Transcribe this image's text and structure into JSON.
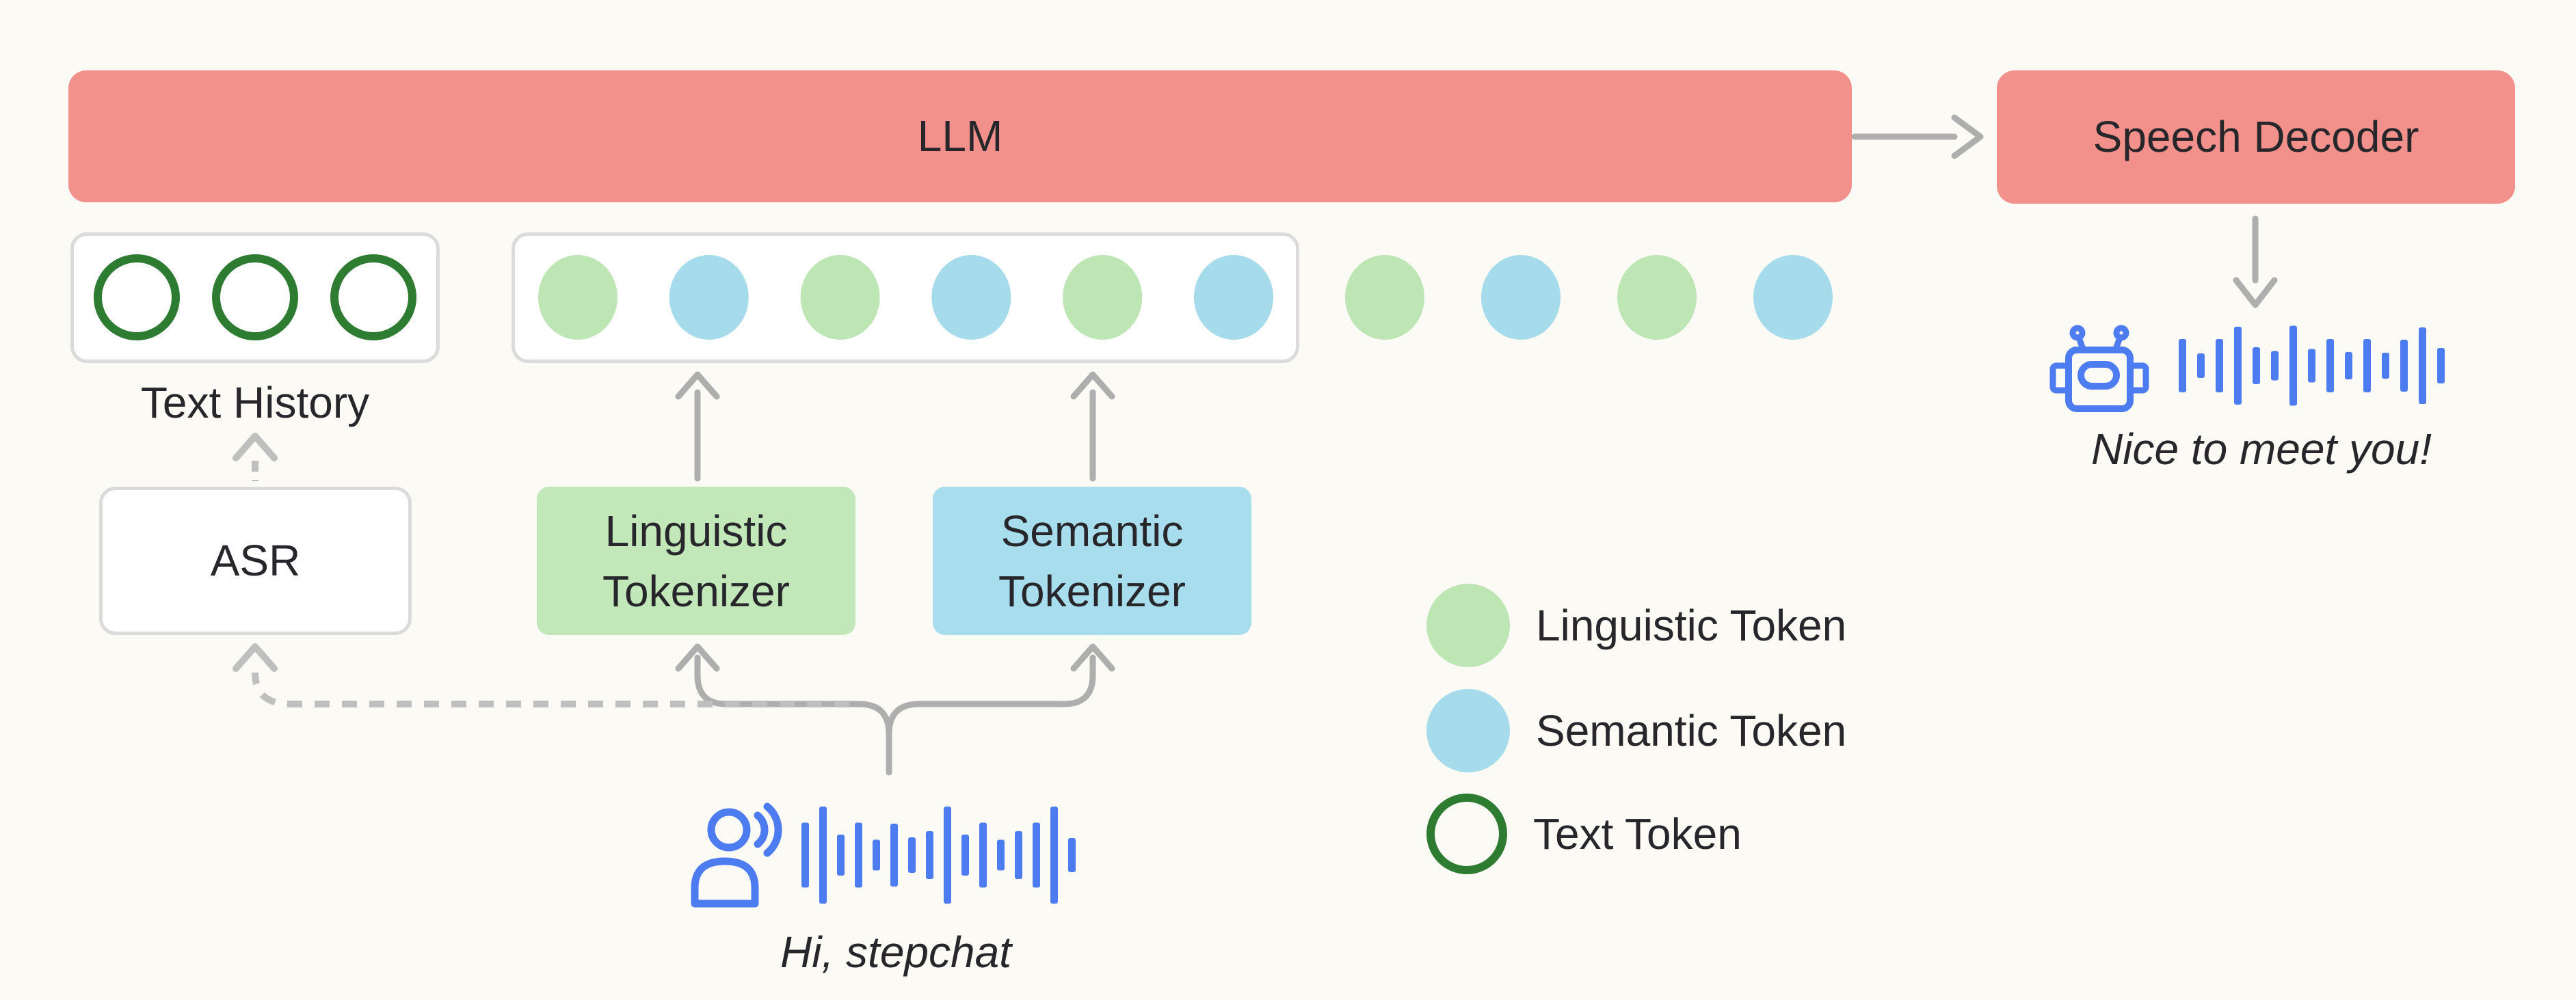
{
  "nodes": {
    "llm": {
      "label": "LLM"
    },
    "speech_decoder": {
      "label": "Speech Decoder"
    },
    "text_history": {
      "label": "Text History",
      "token_count": 3
    },
    "asr": {
      "label": "ASR"
    },
    "linguistic_tokenizer": {
      "label_line1": "Linguistic",
      "label_line2": "Tokenizer"
    },
    "semantic_tokenizer": {
      "label_line1": "Semantic",
      "label_line2": "Tokenizer"
    }
  },
  "io": {
    "user_speech_text": "Hi, stepchat",
    "assistant_speech_text": "Nice to meet you!"
  },
  "tokens": {
    "context_sequence": [
      "linguistic",
      "semantic",
      "linguistic",
      "semantic",
      "linguistic",
      "semantic"
    ],
    "generated_sequence": [
      "linguistic",
      "semantic",
      "linguistic",
      "semantic"
    ]
  },
  "legend": [
    {
      "label": "Linguistic Token",
      "style": "filled",
      "color": "#BDE6B4"
    },
    {
      "label": "Semantic Token",
      "style": "filled",
      "color": "#A6DBEC"
    },
    {
      "label": "Text Token",
      "style": "outlined",
      "color": "#2E7B32"
    }
  ],
  "waveforms": {
    "user_bars": [
      95,
      142,
      60,
      95,
      45,
      92,
      52,
      70,
      142,
      60,
      95,
      45,
      70,
      95,
      142,
      50
    ],
    "assistant_bars": [
      78,
      36,
      78,
      114,
      54,
      43,
      117,
      49,
      78,
      40,
      78,
      38,
      76,
      112,
      52
    ]
  },
  "colors": {
    "llm_fill": "#F2918B",
    "linguistic_fill": "#BDE6B4",
    "semantic_fill": "#A6DBEC",
    "linguistic_box_fill": "#C2E7B9",
    "semantic_box_fill": "#A8DDEE",
    "text_token_stroke": "#2E7B32",
    "history_ring_stroke": "#2E7B32",
    "arrow_gray": "#AEAEAE",
    "dashed_gray": "#BFBFBF",
    "icon_blue": "#4C7CF0",
    "background": "#FBFAF5"
  }
}
